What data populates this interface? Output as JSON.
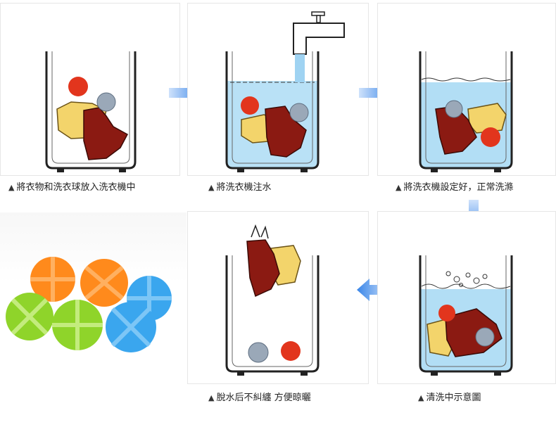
{
  "steps": [
    {
      "caption": "將衣物和洗衣球放入洗衣機中"
    },
    {
      "caption": "將洗衣機注水"
    },
    {
      "caption": "將洗衣機設定好，正常洗滌"
    },
    {
      "caption": "清洗中示意圖"
    },
    {
      "caption": "脫水后不糾纏 方便晾曬"
    }
  ],
  "caption_marker": "▲",
  "colors": {
    "water": "#7fc8ef",
    "arrow": "#3a86e8",
    "cloth_red": "#8b1a12",
    "cloth_yellow": "#f3d46b",
    "ball_red": "#e2351d",
    "ball_gray": "#9aa8b8",
    "product_orange": "#ff8a1c",
    "product_green": "#8fd42a",
    "product_blue": "#3aa6ee"
  },
  "icons": [
    "washing-tub-icon",
    "faucet-icon",
    "flow-arrow-icon",
    "laundry-ball-product-photo"
  ]
}
